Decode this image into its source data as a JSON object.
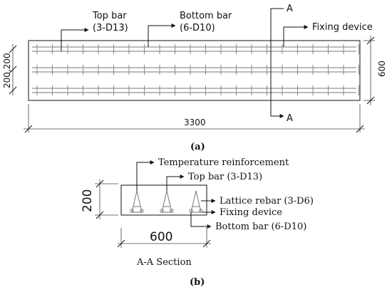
{
  "plan": {
    "top_bar_label_1": "Top bar",
    "top_bar_label_2": "(3-D13)",
    "bottom_bar_label_1": "Bottom bar",
    "bottom_bar_label_2": "(6-D10)",
    "fixing_device_label": "Fixing device",
    "section_mark": "A",
    "length_dim": "3300",
    "width_dim": "600",
    "spacing_dim": "200,200",
    "caption": "(a)"
  },
  "section": {
    "temperature_label": "Temperature reinforcement",
    "top_bar_label": "Top bar (3-D13)",
    "lattice_label": "Lattice rebar (3-D6)",
    "fixing_label": "Fixing device",
    "bottom_bar_label": "Bottom bar (6-D10)",
    "height_dim": "200",
    "width_dim": "600",
    "title": "A-A Section",
    "caption": "(b)"
  }
}
